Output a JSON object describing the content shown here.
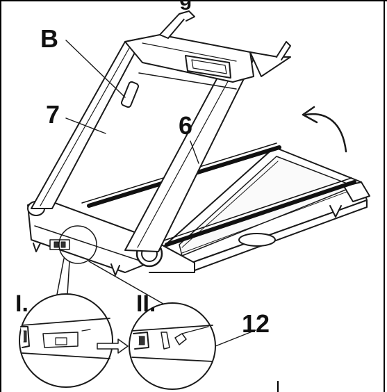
{
  "title_fragment": "g",
  "callouts": {
    "b": "B",
    "seven": "7",
    "six": "6",
    "detail_one": "I.",
    "detail_two": "II.",
    "twelve": "12"
  },
  "colors": {
    "ink": "#1a1a1a",
    "frame": "#000000",
    "background": "#ffffff"
  }
}
